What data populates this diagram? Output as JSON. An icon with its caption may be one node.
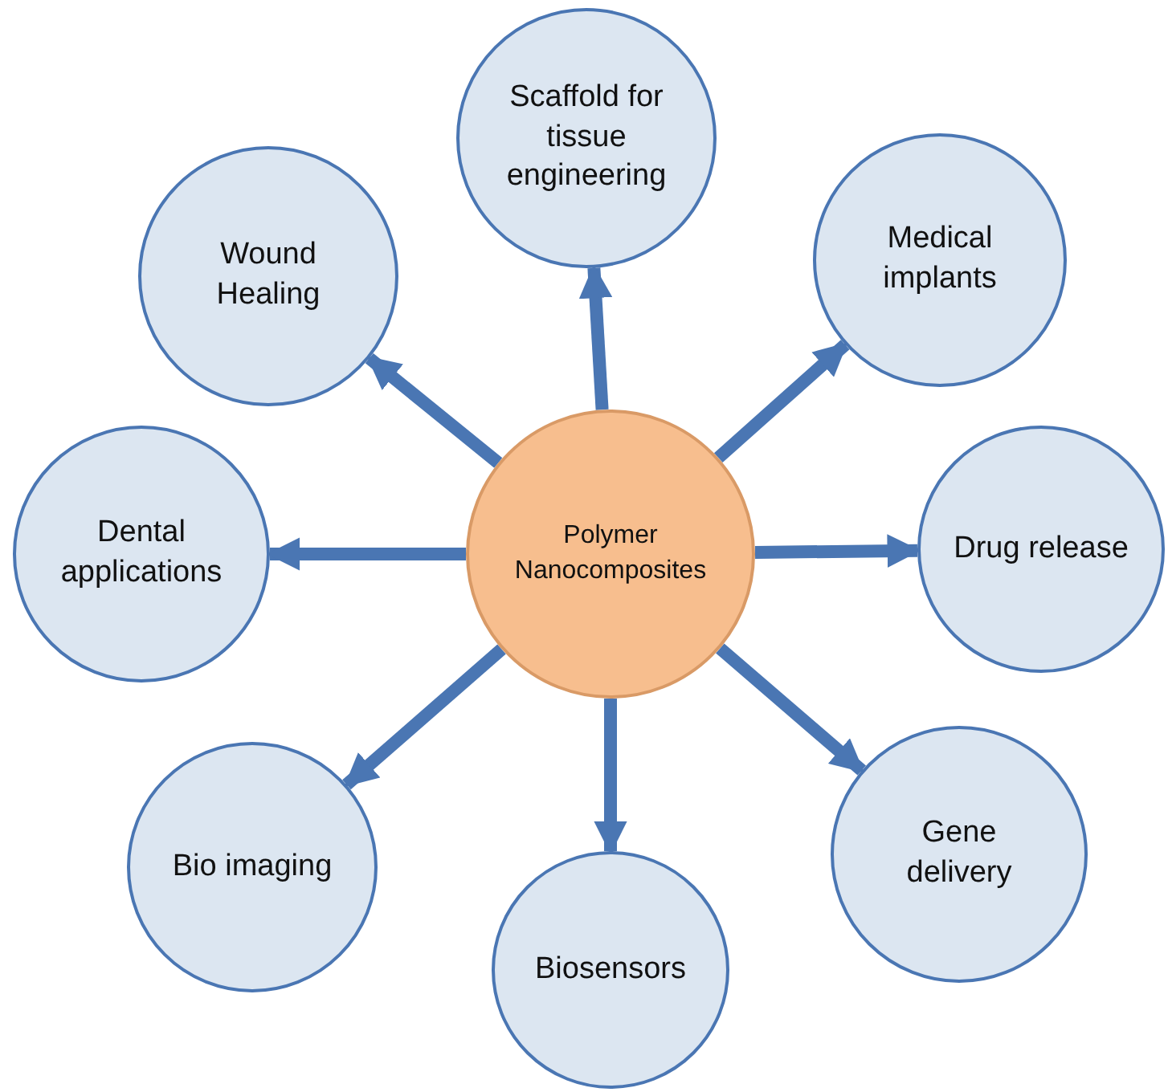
{
  "diagram": {
    "nodes": [
      {
        "text": [
          "Polymer Nanocomposites"
        ]
      },
      {
        "text": [
          "Scaffold for tissue engineering"
        ]
      },
      {
        "text": [
          "Medical implants"
        ]
      },
      {
        "text": [
          "Drug release"
        ]
      },
      {
        "text": [
          "Gene delivery"
        ]
      },
      {
        "text": [
          "Biosensors"
        ]
      },
      {
        "text": [
          "Bio imaging"
        ]
      },
      {
        "text": [
          "Dental applications"
        ]
      },
      {
        "text": [
          "Wound Healing"
        ]
      }
    ],
    "edges": [
      {
        "from": 0,
        "to": 1,
        "arrow": "to"
      },
      {
        "from": 0,
        "to": 2,
        "arrow": "to"
      },
      {
        "from": 0,
        "to": 3,
        "arrow": "to"
      },
      {
        "from": 0,
        "to": 4,
        "arrow": "to"
      },
      {
        "from": 0,
        "to": 5,
        "arrow": "to"
      },
      {
        "from": 0,
        "to": 6,
        "arrow": "to"
      },
      {
        "from": 0,
        "to": 7,
        "arrow": "to"
      },
      {
        "from": 0,
        "to": 8,
        "arrow": "to"
      }
    ]
  }
}
